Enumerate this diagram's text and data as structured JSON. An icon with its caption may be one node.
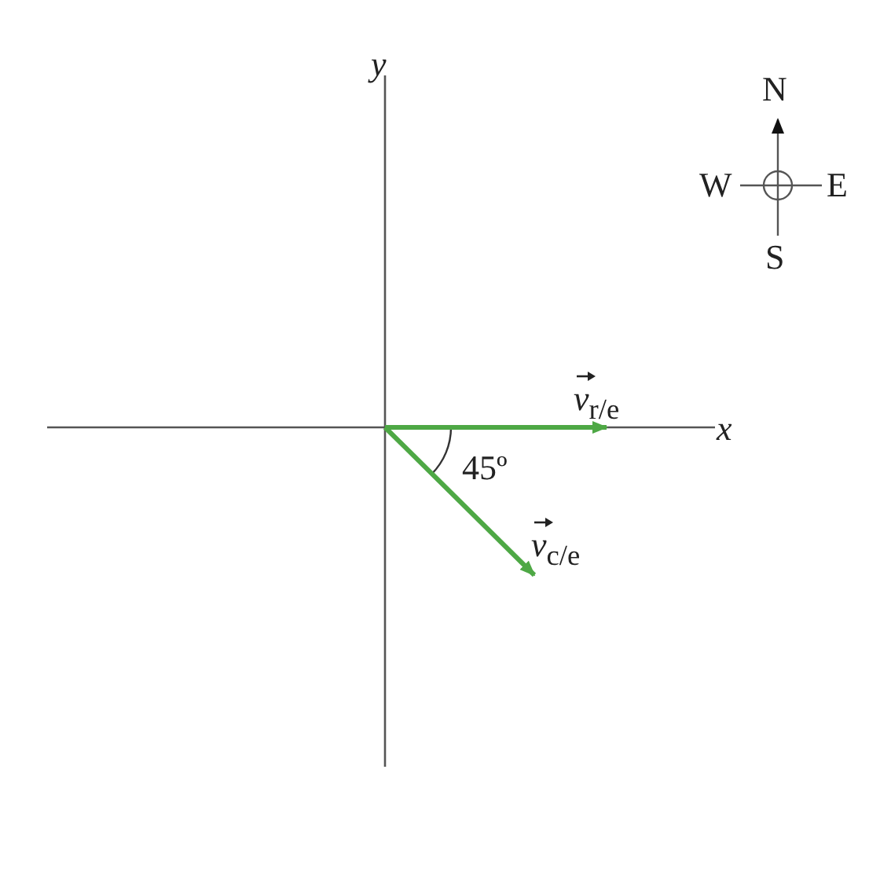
{
  "diagram": {
    "labels": [
      "y",
      "N",
      "W",
      "E",
      "S",
      "*v*$_{r/e}$",
      "x",
      "45º",
      "*v*$_{c/e}$"
    ]
  }
}
